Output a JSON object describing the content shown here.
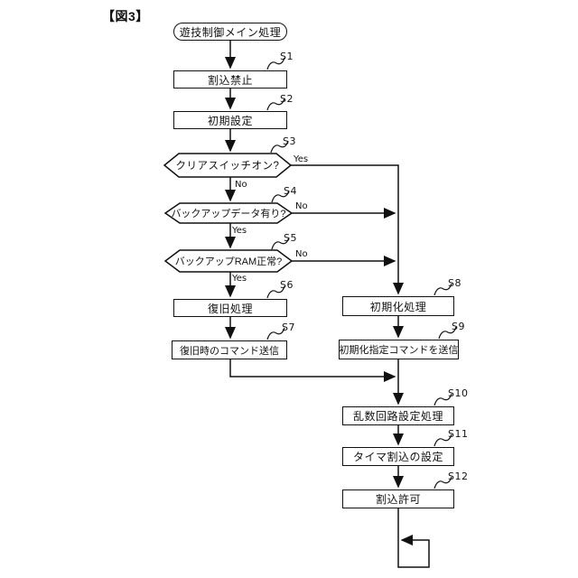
{
  "figure": {
    "title": "【図3】"
  },
  "flowchart": {
    "start": {
      "label": "遊技制御メイン処理"
    },
    "nodes": [
      {
        "step": "S1",
        "label": "割込禁止",
        "type": "process"
      },
      {
        "step": "S2",
        "label": "初期設定",
        "type": "process"
      },
      {
        "step": "S3",
        "label": "クリアスイッチオン?",
        "type": "decision"
      },
      {
        "step": "S4",
        "label": "バックアップデータ有り?",
        "type": "decision"
      },
      {
        "step": "S5",
        "label": "バックアップRAM正常?",
        "type": "decision"
      },
      {
        "step": "S6",
        "label": "復旧処理",
        "type": "process"
      },
      {
        "step": "S7",
        "label": "復旧時のコマンド送信",
        "type": "process"
      },
      {
        "step": "S8",
        "label": "初期化処理",
        "type": "process"
      },
      {
        "step": "S9",
        "label": "初期化指定コマンドを送信",
        "type": "process"
      },
      {
        "step": "S10",
        "label": "乱数回路設定処理",
        "type": "process"
      },
      {
        "step": "S11",
        "label": "タイマ割込の設定",
        "type": "process"
      },
      {
        "step": "S12",
        "label": "割込許可",
        "type": "process"
      }
    ],
    "branches": {
      "s3_yes": "Yes",
      "s3_no": "No",
      "s4_no": "No",
      "s4_yes": "Yes",
      "s5_no": "No",
      "s5_yes": "Yes"
    }
  }
}
